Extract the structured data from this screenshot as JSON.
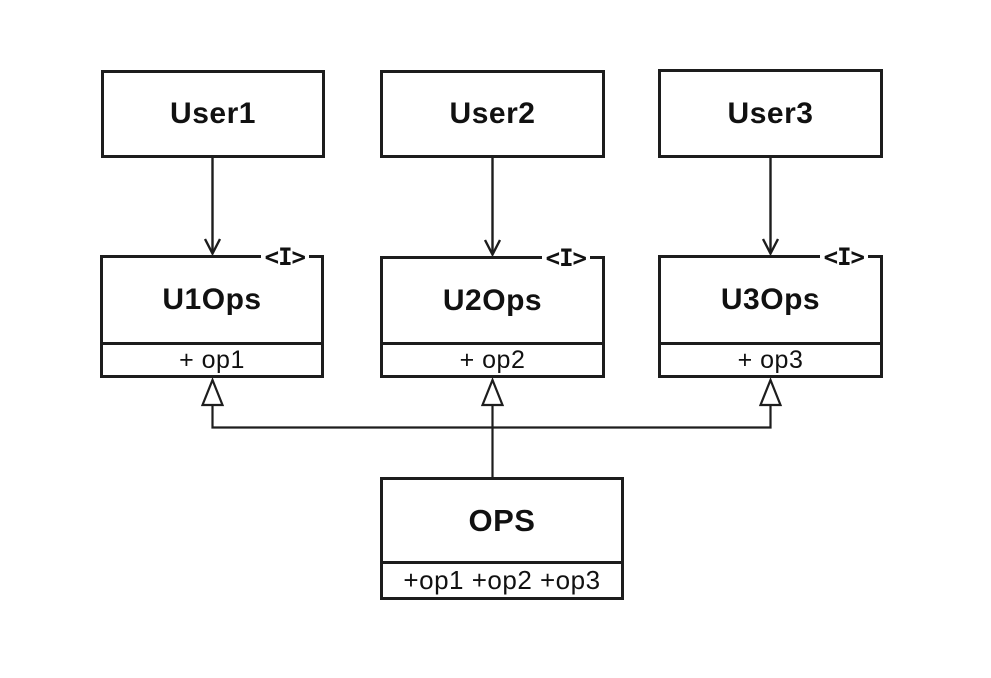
{
  "colors": {
    "line": "#1d1d1d",
    "background": "#ffffff",
    "text": "#111111"
  },
  "diagram": {
    "users": [
      {
        "label": "User1"
      },
      {
        "label": "User2"
      },
      {
        "label": "User3"
      }
    ],
    "interfaces": [
      {
        "stereotype": "<I>",
        "name": "U1Ops",
        "methods": "+ op1"
      },
      {
        "stereotype": "<I>",
        "name": "U2Ops",
        "methods": "+ op2"
      },
      {
        "stereotype": "<I>",
        "name": "U3Ops",
        "methods": "+ op3"
      }
    ],
    "implementation": {
      "name": "OPS",
      "methods": "+op1 +op2 +op3"
    }
  }
}
